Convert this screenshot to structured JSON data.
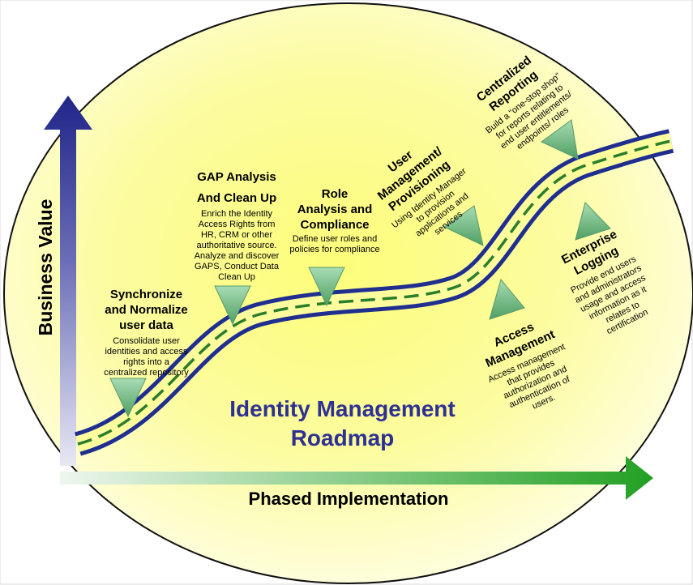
{
  "diagram": {
    "title_lines": [
      "Identity Management",
      "Roadmap"
    ],
    "axis_y_label": "Business Value",
    "axis_x_label": "Phased Implementation",
    "colors": {
      "ellipse_fill": "#fdfd96",
      "road_blue": "#1f2e8f",
      "road_green": "#2a7d2a",
      "marker_green": "#7fc08f",
      "title_blue": "#2e3192",
      "axis_x_arrow": "#2aa02a"
    },
    "phases": [
      {
        "id": "sync",
        "title_lines": [
          "Synchronize",
          "and Normalize",
          "user data"
        ],
        "desc_lines": [
          "Consolidate user",
          "identities and access",
          "rights into a",
          "centralized repository"
        ]
      },
      {
        "id": "gap",
        "title_lines": [
          "GAP Analysis",
          "And Clean Up"
        ],
        "desc_lines": [
          "Enrich the Identity",
          "Access Rights from",
          "HR, CRM or other",
          "authoritative source.",
          "Analyze and discover",
          "GAPS, Conduct Data",
          "Clean Up"
        ]
      },
      {
        "id": "role",
        "title_lines": [
          "Role",
          "Analysis and",
          "Compliance"
        ],
        "desc_lines": [
          "Define user roles and",
          "policies for compliance"
        ]
      },
      {
        "id": "user",
        "title_lines": [
          "User",
          "Management/",
          "Provisioning"
        ],
        "desc_lines": [
          "Using Identity Manager",
          "to provision",
          "applications and",
          "services"
        ]
      },
      {
        "id": "reporting",
        "title_lines": [
          "Centralized",
          "Reporting"
        ],
        "desc_lines": [
          "Build a “one-stop shop”",
          "for reports relating to",
          "end user entitlements/",
          "endpoints/ roles"
        ]
      },
      {
        "id": "access",
        "title_lines": [
          "Access",
          "Management"
        ],
        "desc_lines": [
          "Access management",
          "that provides",
          "authorization and",
          "authentication of",
          "users."
        ]
      },
      {
        "id": "logging",
        "title_lines": [
          "Enterprise",
          "Logging"
        ],
        "desc_lines": [
          "Provide end users",
          "and administrators",
          "usage and access",
          "information as it",
          "relates to",
          "certification"
        ]
      }
    ]
  }
}
